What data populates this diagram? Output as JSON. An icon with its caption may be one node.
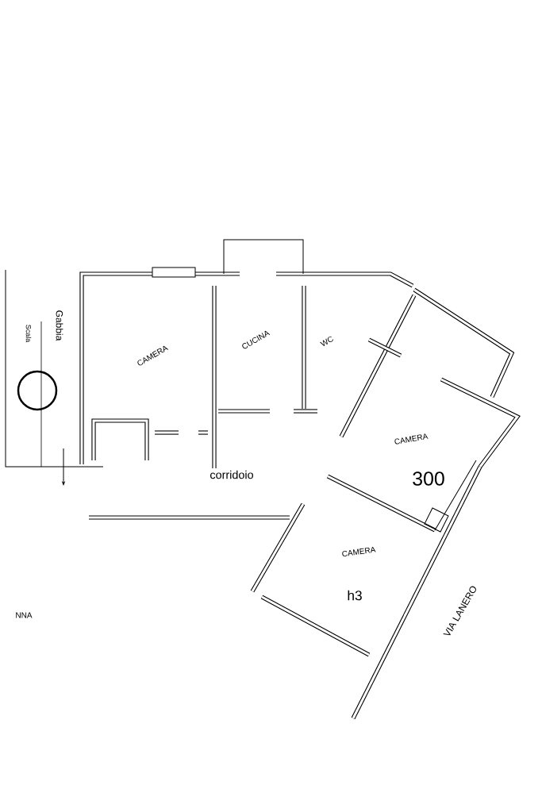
{
  "diagram": {
    "labels": [
      "Gabbia",
      "Scala",
      "CAMERA",
      "CUCINA",
      "WC",
      "corridoio",
      "CAMERA",
      "300",
      "CAMERA",
      "h3",
      "NNA",
      "VIA LANERO"
    ]
  }
}
